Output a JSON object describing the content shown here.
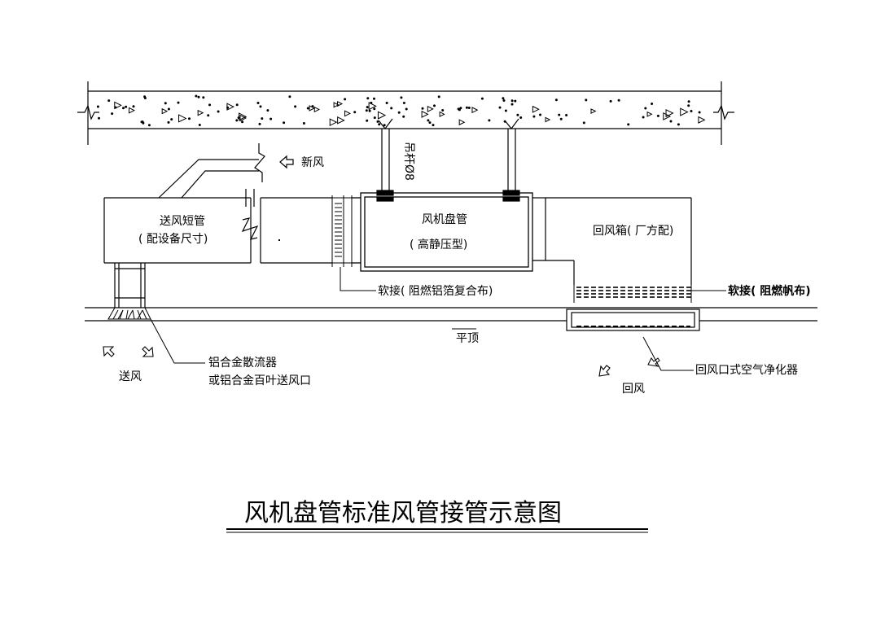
{
  "title": "风机盘管标准风管接管示意图",
  "labels": {
    "fresh_air": "新风",
    "hanger_rod": "吊杆Ø8",
    "supply_duct_line1": "送风短管",
    "supply_duct_line2": "( 配设备尺寸)",
    "fcu_line1": "风机盘管",
    "fcu_line2": "( 高静压型)",
    "return_box": "回风箱( 厂方配)",
    "flex_left": "软接( 阻燃铝箔复合布)",
    "flex_right": "软接( 阻燃帆布)",
    "ceiling": "平顶",
    "diffuser_line1": "铝合金散流器",
    "diffuser_line2": "或铝合金百叶送风口",
    "supply_air": "送风",
    "return_grille": "回风口式空气净化器",
    "return_air": "回风"
  }
}
